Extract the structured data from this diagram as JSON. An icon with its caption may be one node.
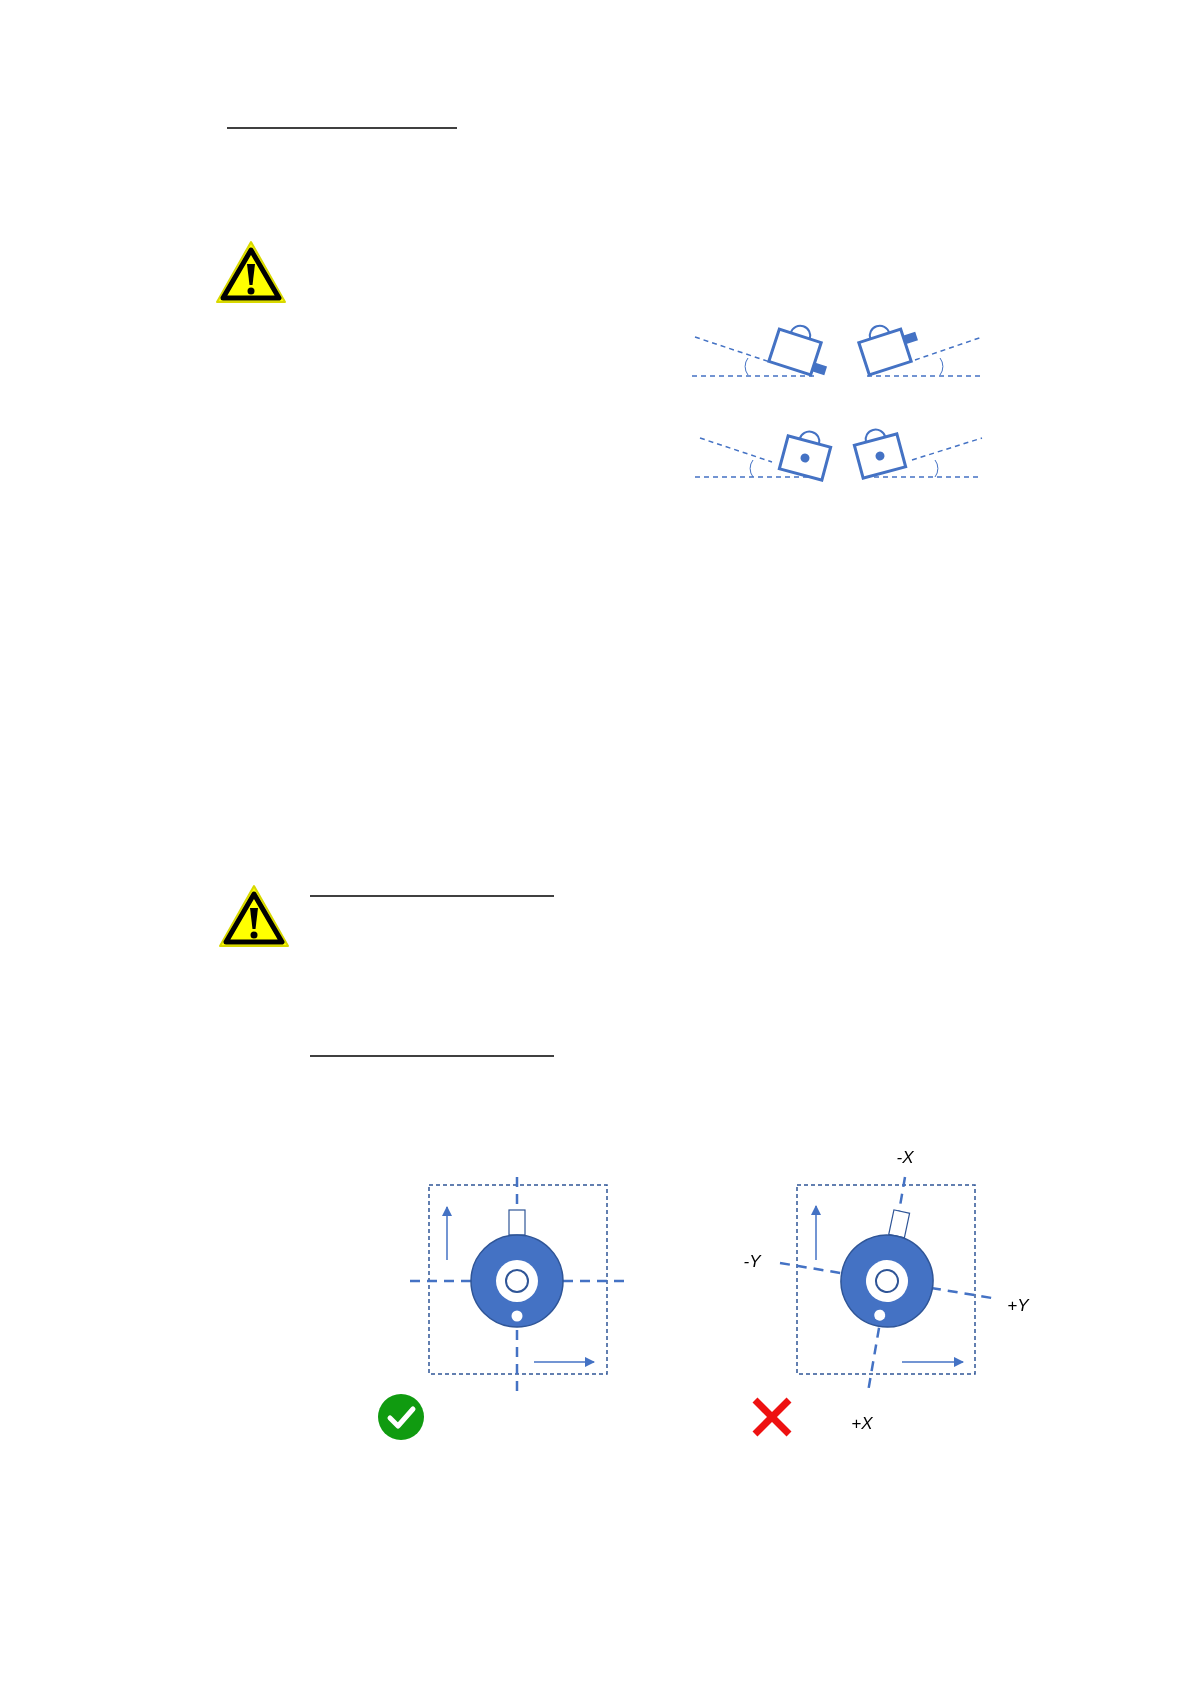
{
  "diagram": {
    "labels": [
      "-X",
      "-Y",
      "+Y",
      "+X"
    ]
  }
}
